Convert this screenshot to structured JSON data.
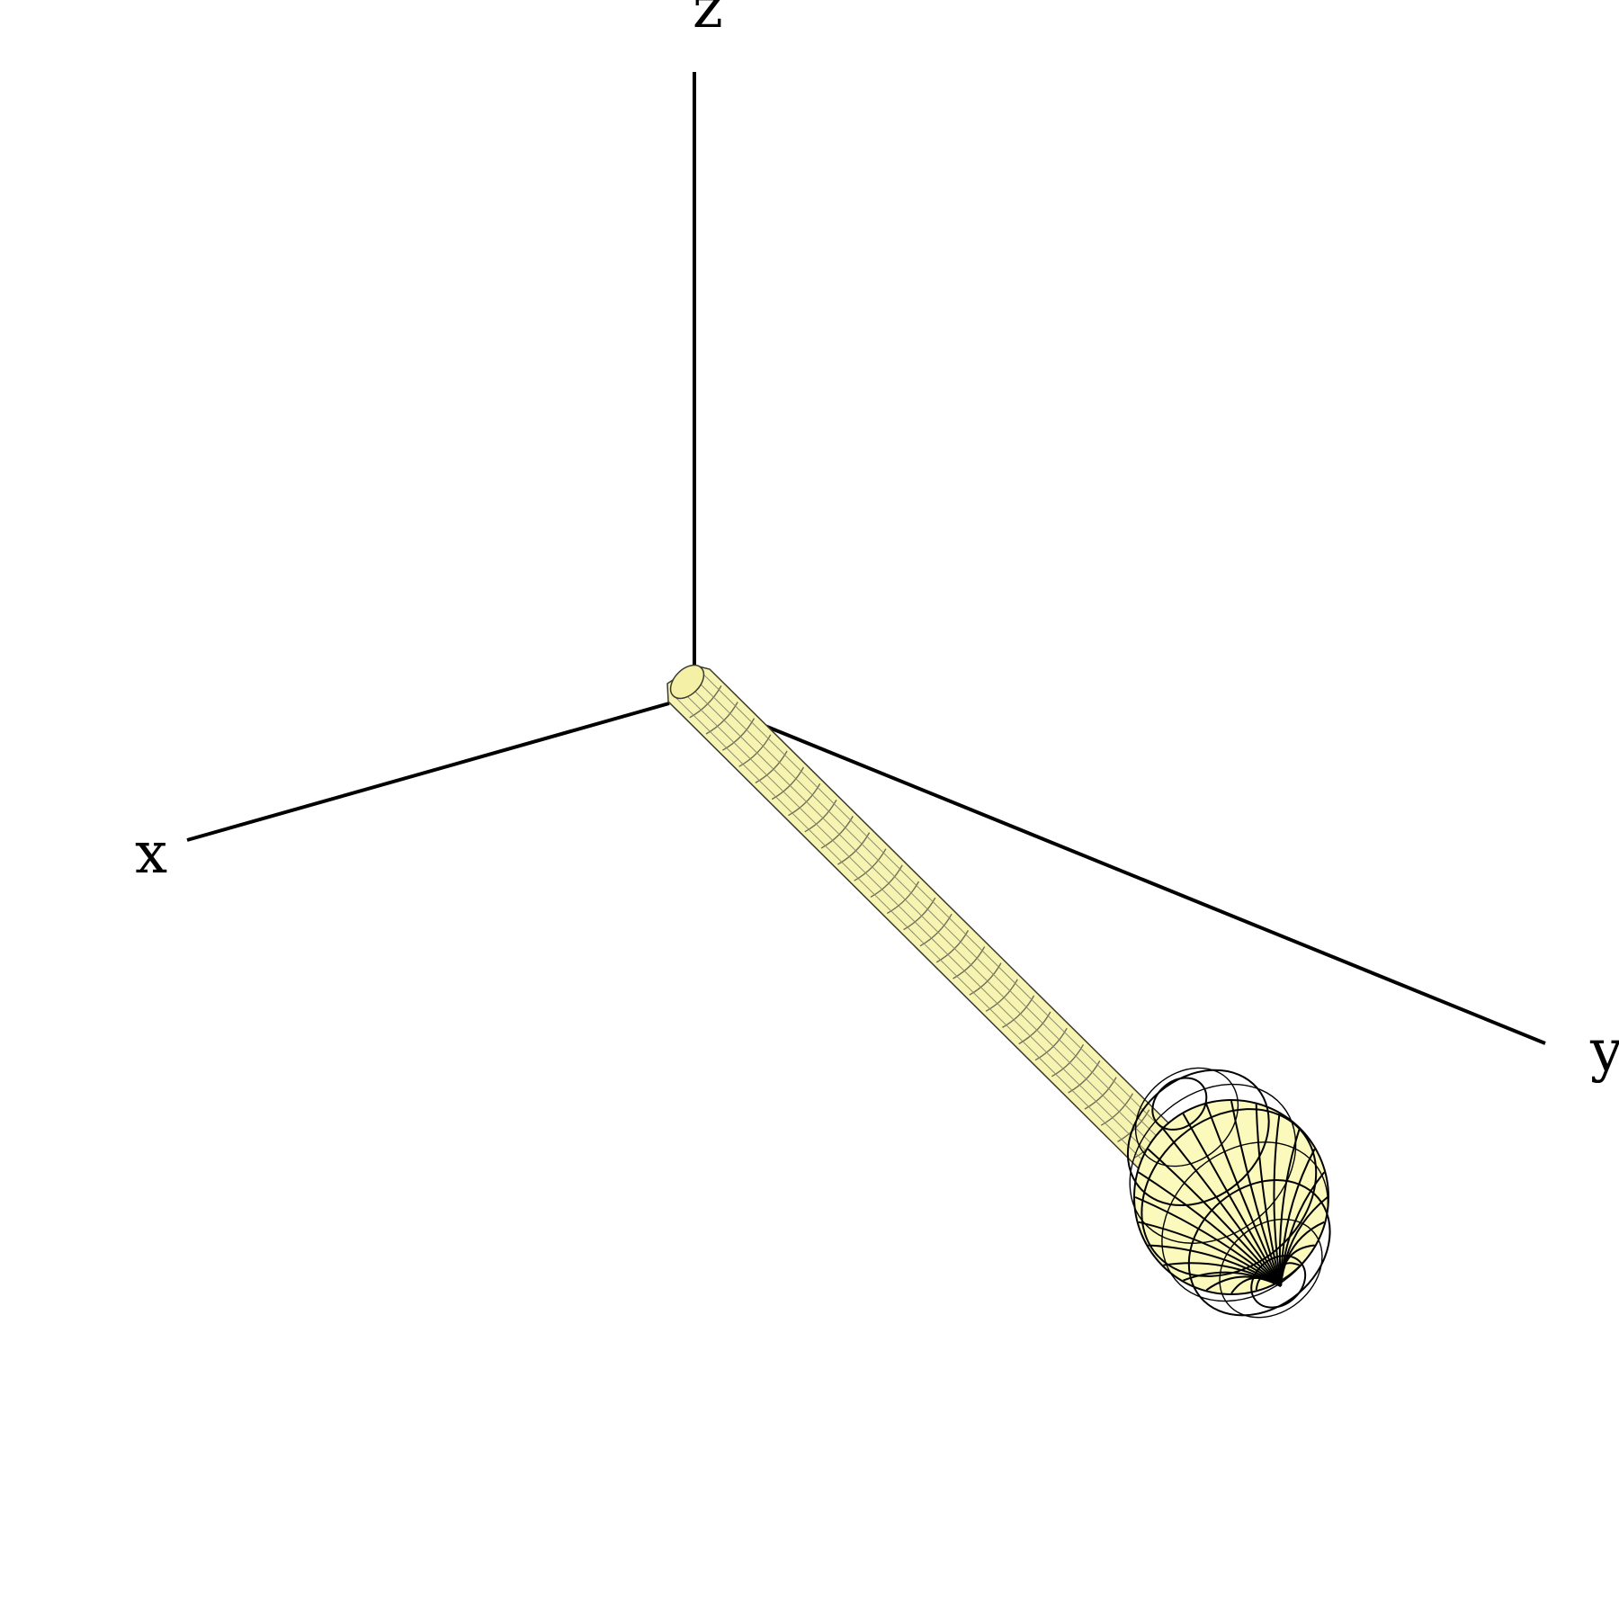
{
  "axes": {
    "x_label": "x",
    "y_label": "y",
    "z_label": "z"
  },
  "colors": {
    "axis": "#000000",
    "rod_fill": "#f7f4b2",
    "ball_fill": "#fbf9bc",
    "wireframe": "#000000"
  },
  "objects": [
    {
      "kind": "cylinder-rod",
      "name": "pendulum-rod"
    },
    {
      "kind": "sphere",
      "name": "pendulum-bob"
    }
  ]
}
